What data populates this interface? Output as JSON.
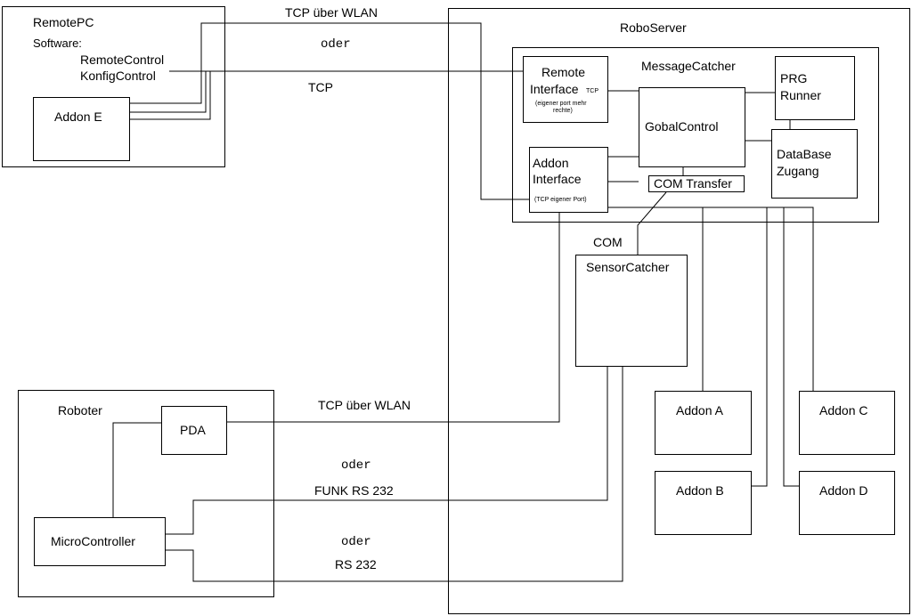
{
  "remotepc": {
    "title": "RemotePC",
    "software_label": "Software:",
    "apps": [
      "RemoteControl",
      "KonfigControl"
    ],
    "addon_e": "Addon E"
  },
  "roboserver": {
    "title": "RoboServer",
    "message_catcher": "MessageCatcher",
    "remote_interface": {
      "line1": "Remote",
      "line2": "Interface",
      "proto": "TCP",
      "note1": "(eigener port mehr",
      "note2": "rechte)"
    },
    "gobal_control": "GobalControl",
    "prg_runner": {
      "line1": "PRG",
      "line2": "Runner"
    },
    "database": {
      "line1": "DataBase",
      "line2": "Zugang"
    },
    "addon_interface": {
      "line1": "Addon",
      "line2": "Interface",
      "note": "(TCP eigener Port)"
    },
    "com_transfer": "COM Transfer",
    "com_label": "COM",
    "sensor_catcher": "SensorCatcher",
    "addons": [
      "Addon A",
      "Addon B",
      "Addon C",
      "Addon D"
    ]
  },
  "roboter": {
    "title": "Roboter",
    "pda": "PDA",
    "microcontroller": "MicroController"
  },
  "links": {
    "tcp_wlan_top": "TCP über WLAN",
    "oder_top": "oder",
    "tcp": "TCP",
    "tcp_wlan_bottom": "TCP über WLAN",
    "oder_1": "oder",
    "funk": "FUNK RS 232",
    "oder_2": "oder",
    "rs232": "RS 232"
  }
}
